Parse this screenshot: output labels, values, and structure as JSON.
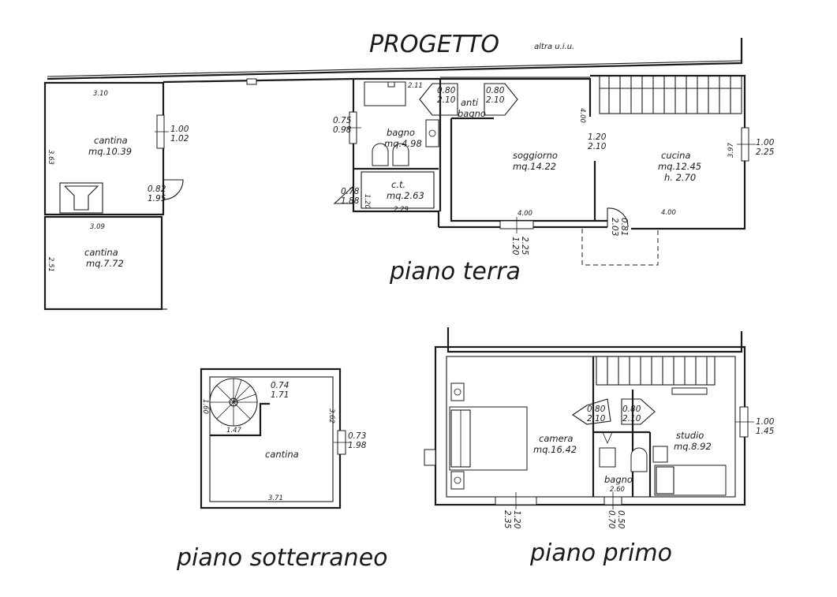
{
  "header": {
    "title": "PROGETTO",
    "subtitle": "altra u.i.u."
  },
  "captions": {
    "piano_terra": "piano terra",
    "piano_sotterraneo": "piano sotterraneo",
    "piano_primo": "piano primo"
  },
  "piano_terra": {
    "cantina_1": {
      "name": "cantina",
      "area": "mq.10.39"
    },
    "cantina_2": {
      "name": "cantina",
      "area": "mq.7.72"
    },
    "bagno": {
      "name": "bagno",
      "area": "mq.4.98"
    },
    "antibagno": {
      "name_1": "anti",
      "name_2": "bagno"
    },
    "ct": {
      "name": "c.t.",
      "area": "mq.2.63"
    },
    "soggiorno": {
      "name": "soggiorno",
      "area": "mq.14.22"
    },
    "cucina": {
      "name": "cucina",
      "area": "mq.12.45",
      "height": "h. 2.70"
    },
    "dims": {
      "d310": "3.10",
      "d363": "3.63",
      "w100": "1.00",
      "w102": "1.02",
      "d082": "0.82",
      "d195": "1.95",
      "d309": "3.09",
      "d251": "2.51",
      "w075": "0.75",
      "w098": "0.98",
      "d211": "2.11",
      "a080": "0.80",
      "a210": "2.10",
      "b080": "0.80",
      "b210": "2.10",
      "d078": "0.78",
      "d188": "1.88",
      "d120": "1.20",
      "d229": "2.29",
      "c120": "1.20",
      "c210": "2.10",
      "d400a": "4.00",
      "w120": "1.20",
      "w225": "2.25",
      "d081": "0.81",
      "d203": "2.03",
      "d400b": "4.00",
      "d400c": "4.00",
      "d397": "3.97",
      "k100": "1.00",
      "k225": "2.25"
    }
  },
  "piano_sotterraneo": {
    "cantina": {
      "name": "cantina"
    },
    "dims": {
      "d074": "0.74",
      "d171": "1.71",
      "d147": "1.47",
      "d362": "3.62",
      "w073": "0.73",
      "w198": "1.98",
      "d371": "3.71",
      "d160": "1.60"
    }
  },
  "piano_primo": {
    "camera": {
      "name": "camera",
      "area": "mq.16.42"
    },
    "studio": {
      "name": "studio",
      "area": "mq.8.92"
    },
    "bagno": {
      "name": "bagno",
      "width": "2.60"
    },
    "dims": {
      "a080": "0.80",
      "a210": "2.10",
      "b080": "0.80",
      "b210": "2.10",
      "w100": "1.00",
      "w145": "1.45",
      "w120": "1.20",
      "w235": "2.35",
      "w050": "0.50",
      "w070": "0.70"
    }
  }
}
